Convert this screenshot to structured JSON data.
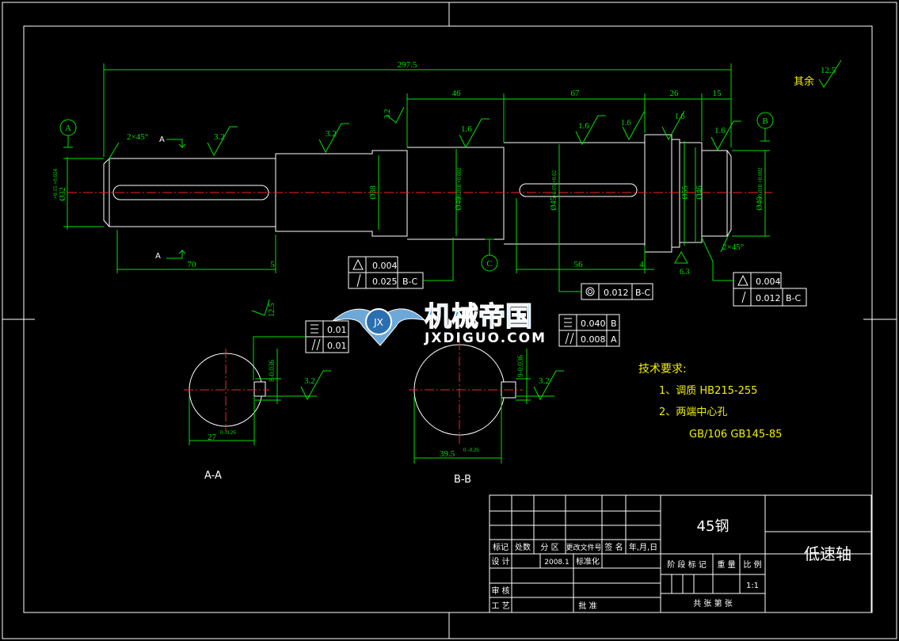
{
  "dimensions": {
    "overall": "297.5",
    "d46": "46",
    "d67": "67",
    "d26": "26",
    "d15": "15",
    "d70": "70",
    "d5": "5",
    "d56": "56",
    "d4": "4",
    "chamfer_left": "2×45°",
    "chamfer_right": "2×45°",
    "dia32": "Ø32",
    "dia38": "Ø38",
    "dia40a": "Ø40",
    "dia45": "Ø45",
    "dia55": "Ø55",
    "dia46": "Ø46",
    "dia40b": "Ø40",
    "tol_32": "+0.15 +0.024",
    "tol_40a": "+0.018 +0.002",
    "tol_45": "+0.05 +0.02",
    "tol_40b": "+0.018 +0.002",
    "keyway_aa": "27",
    "keyway_aa_tol": "0 -0.26",
    "keyway_bb": "39.5",
    "keyway_bb_tol": "0 -0.26",
    "key_width_aa": "8-0.036",
    "key_width_bb": "9-0.036"
  },
  "roughness": {
    "r1": "3.2",
    "r2": "3.2",
    "r3": "3.2",
    "r4": "1.6",
    "r5": "1.6",
    "r6": "1.6",
    "r7": "1.6",
    "r8": "1.6",
    "r9": "6.3",
    "r10": "12.5",
    "r11": "3.2",
    "r12": "3.2",
    "rest": "12.5",
    "rest_label": "其余"
  },
  "datums": {
    "a": "A",
    "b": "B",
    "c": "C",
    "section_a_top": "A",
    "section_a_bottom": "A"
  },
  "tolerance_frames": {
    "f1_val": "0.004",
    "f2_val": "0.025",
    "f2_ref": "B-C",
    "f3_val": "0.012",
    "f3_ref": "B-C",
    "f4_val": "0.004",
    "f5_val": "0.012",
    "f5_ref": "B-C",
    "f6_val": "0.040",
    "f6_ref": "B",
    "f7_val": "0.008",
    "f7_ref": "A",
    "f8_val": "0.01",
    "f9_val": "0.01"
  },
  "sections": {
    "aa_label": "A-A",
    "bb_label": "B-B"
  },
  "requirements": {
    "title": "技术要求:",
    "line1": "1、调质 HB215-255",
    "line2": "2、两端中心孔",
    "line3": "GB/106 GB145-85"
  },
  "watermark": {
    "brand": "机械帝国",
    "url": "JXDIGUO.COM"
  },
  "title_block": {
    "material": "45钢",
    "part_name": "低速轴",
    "h_mark": "标记",
    "h_count": "处数",
    "h_zone": "分 区",
    "h_docno": "更改文件号",
    "h_sign": "签 名",
    "h_date": "年,月,日",
    "design": "设 计",
    "design_date": "2008.1",
    "standard": "标准化",
    "review": "审 核",
    "process": "工 艺",
    "approve": "批 准",
    "stage": "阶 段 标 记",
    "weight": "重 量",
    "scale_label": "比 例",
    "scale": "1:1",
    "sheets": "共   张  第   张"
  },
  "colors": {
    "outline": "#ffffff",
    "dimension": "#00e000",
    "centerline": "#ff2020",
    "watermark": "#2a8cff"
  }
}
